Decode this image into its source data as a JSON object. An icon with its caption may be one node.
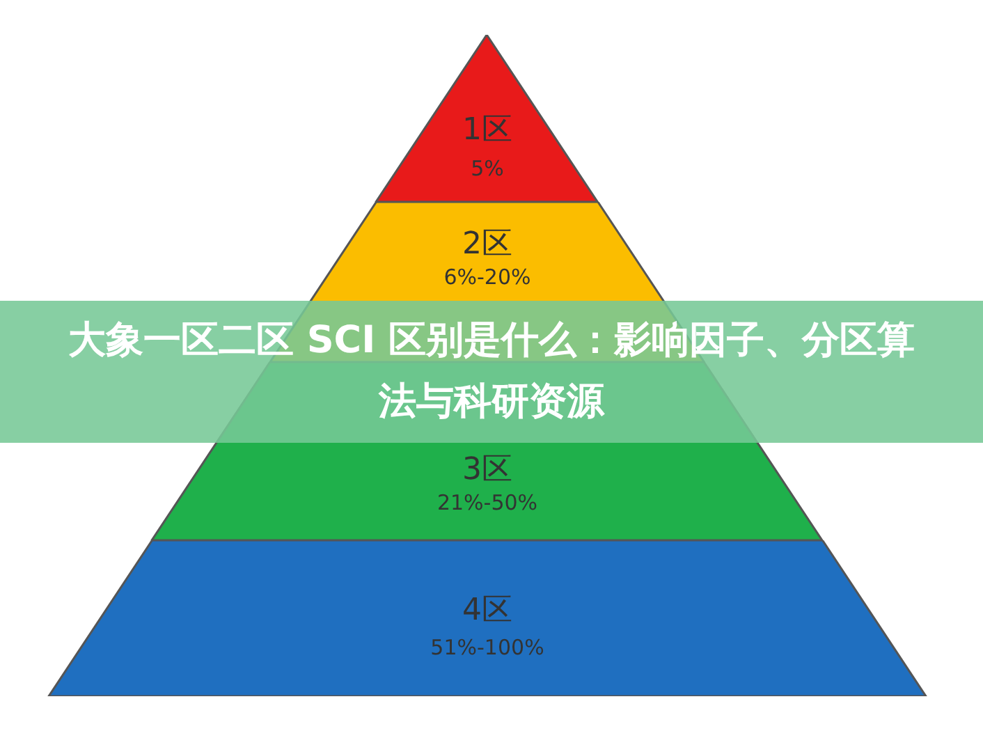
{
  "diagram": {
    "title": "大象一区二区 SCI 区别是什么：影响因子、分区算法与科研资源",
    "nodes": [
      {
        "text": [
          "1区",
          "5%"
        ]
      },
      {
        "text": [
          "2区",
          "6%-20%"
        ]
      },
      {
        "text": [
          "3区",
          "21%-50%"
        ]
      },
      {
        "text": [
          "4区",
          "51%-100%"
        ]
      }
    ]
  }
}
